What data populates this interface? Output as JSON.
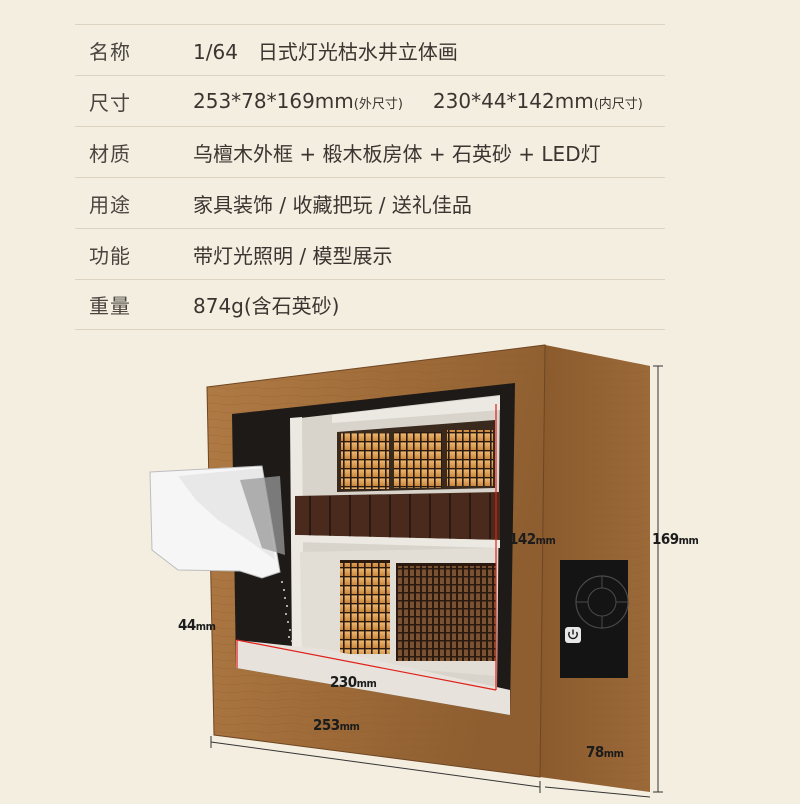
{
  "specs": [
    {
      "label": "名称",
      "value": "1/64　日式灯光枯水井立体画"
    },
    {
      "label": "尺寸",
      "value_outer": "253*78*169mm",
      "outer_note": "(外尺寸)",
      "value_inner": "230*44*142mm",
      "inner_note": "(内尺寸)"
    },
    {
      "label": "材质",
      "value": "乌檀木外框 + 椴木板房体 + 石英砂 + LED灯"
    },
    {
      "label": "用途",
      "value": "家具装饰 / 收藏把玩 / 送礼佳品"
    },
    {
      "label": "功能",
      "value": "带灯光照明 / 模型展示"
    },
    {
      "label": "重量",
      "value": "874g(含石英砂)"
    }
  ],
  "dimensions": {
    "height_outer": {
      "num": "169",
      "unit": "mm"
    },
    "height_inner": {
      "num": "142",
      "unit": "mm"
    },
    "depth_inner": {
      "num": "44",
      "unit": "mm"
    },
    "width_inner": {
      "num": "230",
      "unit": "mm"
    },
    "width_outer": {
      "num": "253",
      "unit": "mm"
    },
    "depth_outer": {
      "num": "78",
      "unit": "mm"
    }
  },
  "colors": {
    "background": "#f4eee1",
    "wood": "#a8743f",
    "measure_line": "#e0201a"
  },
  "icons": {
    "power": "power-icon",
    "switch_knob": "dial-icon"
  }
}
